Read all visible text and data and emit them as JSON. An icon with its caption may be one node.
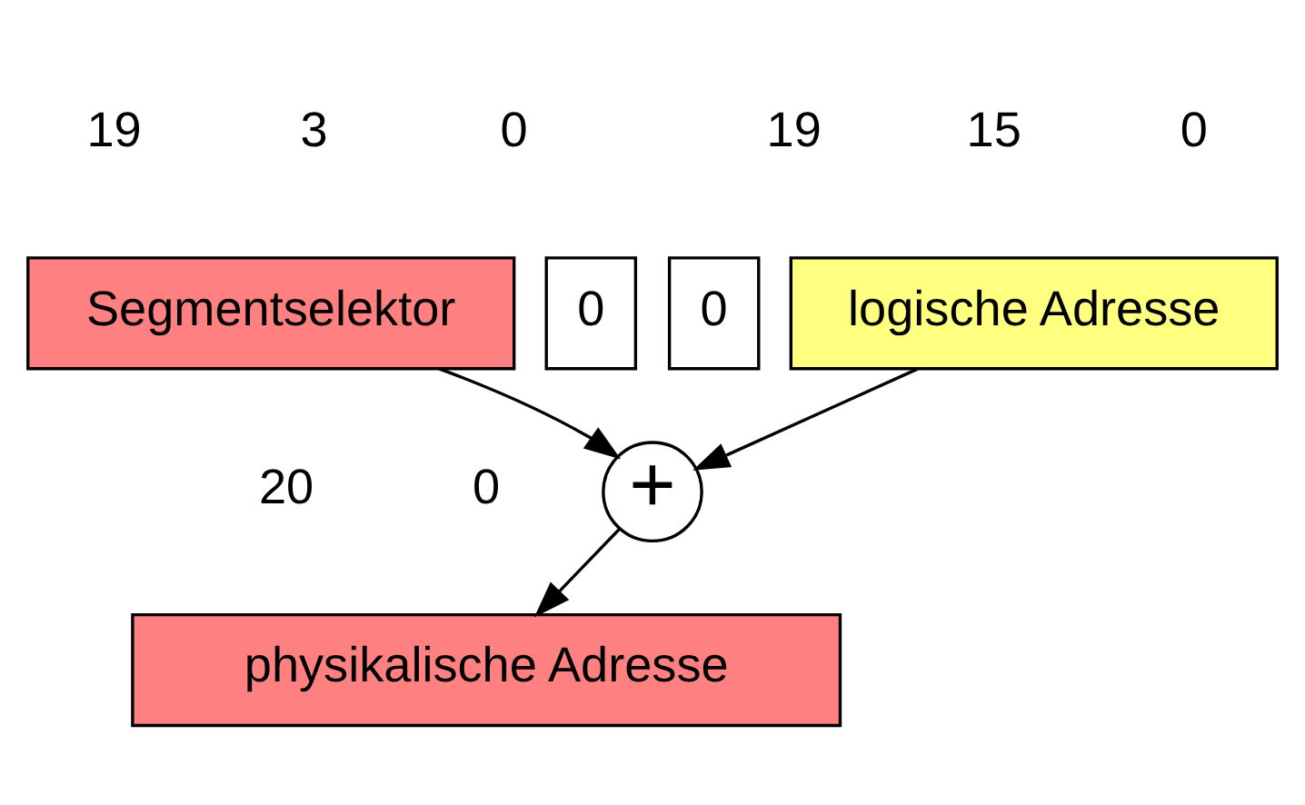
{
  "diagram": {
    "nodes": [
      {
        "text": [
          "Segmentselektor"
        ]
      },
      {
        "text": [
          "0"
        ]
      },
      {
        "text": [
          "0"
        ]
      },
      {
        "text": [
          "logische Adresse"
        ]
      },
      {
        "text": [
          "+"
        ]
      },
      {
        "text": [
          "physikalische Adresse"
        ]
      }
    ],
    "edges": [
      {
        "from": 0,
        "to": 4,
        "arrow": "to"
      },
      {
        "from": 3,
        "to": 4,
        "arrow": "to"
      },
      {
        "from": 4,
        "to": 5,
        "arrow": "to"
      }
    ],
    "labels": [
      "19",
      "3",
      "0",
      "19",
      "15",
      "0",
      "20",
      "0"
    ]
  }
}
